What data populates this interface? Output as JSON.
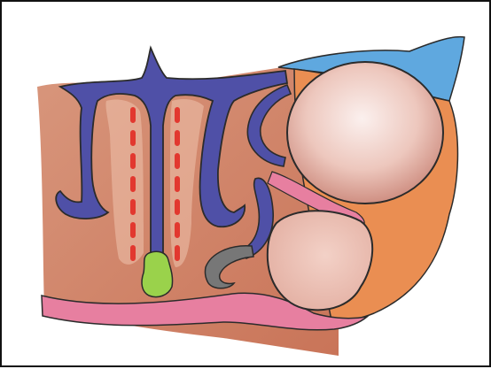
{
  "illustration": {
    "kind": "hand-colored anatomical cross-section drawing",
    "colors": {
      "blue_structures": "#4f50a7",
      "peach_tissue": "#d8967c",
      "light_peach_tissue": "#efc2ad",
      "skin_pink": "#e77fa0",
      "orange_tissue": "#ea8e52",
      "light_blue_region": "#5fa8df",
      "sphere_fill": "#edc7bd",
      "lower_lobe_fill": "#e4b1a4",
      "green_marker": "#9ad24b",
      "gray_hook": "#777777",
      "red_dashes": "#e2382f",
      "outline": "#2b2b2b"
    },
    "marker_lines": [
      "left-red-dashed-line",
      "right-red-dashed-line"
    ]
  }
}
